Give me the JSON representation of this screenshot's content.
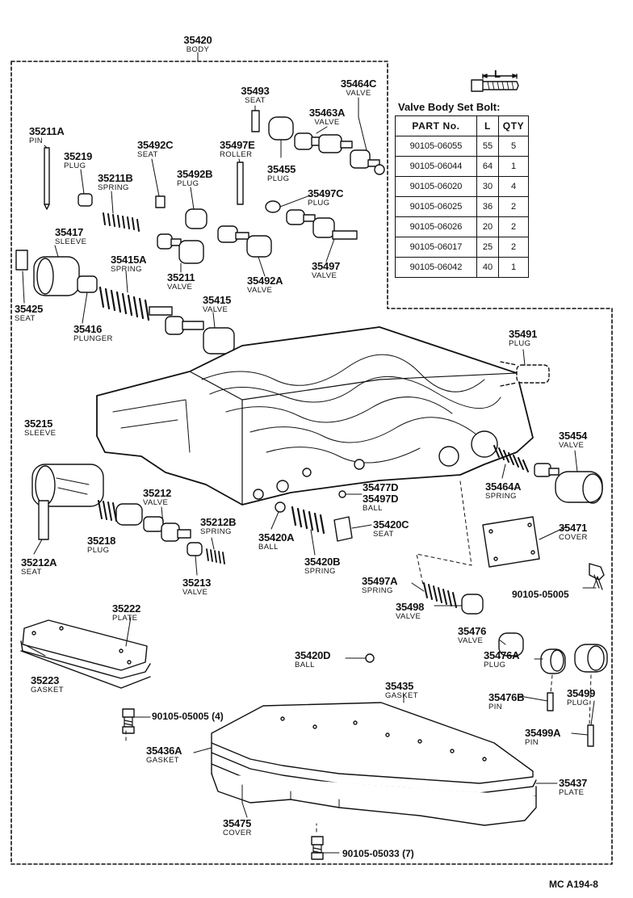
{
  "body_label": {
    "num": "35420",
    "name": "BODY"
  },
  "bolt_table": {
    "title": "Valve Body Set Bolt:",
    "l_mark": "L",
    "headers": [
      "PART No.",
      "L",
      "QTY"
    ],
    "rows": [
      [
        "90105-06055",
        "55",
        "5"
      ],
      [
        "90105-06044",
        "64",
        "1"
      ],
      [
        "90105-06020",
        "30",
        "4"
      ],
      [
        "90105-06025",
        "36",
        "2"
      ],
      [
        "90105-06026",
        "20",
        "2"
      ],
      [
        "90105-06017",
        "25",
        "2"
      ],
      [
        "90105-06042",
        "40",
        "1"
      ]
    ]
  },
  "parts": [
    {
      "num": "35493",
      "name": "SEAT"
    },
    {
      "num": "35464C",
      "name": "VALVE"
    },
    {
      "num": "35463A",
      "name": "VALVE"
    },
    {
      "num": "35211A",
      "name": "PIN"
    },
    {
      "num": "35219",
      "name": "PLUG"
    },
    {
      "num": "35492C",
      "name": "SEAT"
    },
    {
      "num": "35497E",
      "name": "ROLLER"
    },
    {
      "num": "35455",
      "name": "PLUG"
    },
    {
      "num": "35211B",
      "name": "SPRING"
    },
    {
      "num": "35492B",
      "name": "PLUG"
    },
    {
      "num": "35497C",
      "name": "PLUG"
    },
    {
      "num": "35417",
      "name": "SLEEVE"
    },
    {
      "num": "35415A",
      "name": "SPRING"
    },
    {
      "num": "35211",
      "name": "VALVE"
    },
    {
      "num": "35492A",
      "name": "VALVE"
    },
    {
      "num": "35497",
      "name": "VALVE"
    },
    {
      "num": "35425",
      "name": "SEAT"
    },
    {
      "num": "35415",
      "name": "VALVE"
    },
    {
      "num": "35416",
      "name": "PLUNGER"
    },
    {
      "num": "35491",
      "name": "PLUG"
    },
    {
      "num": "35215",
      "name": "SLEEVE"
    },
    {
      "num": "35454",
      "name": "VALVE"
    },
    {
      "num": "35464A",
      "name": "SPRING"
    },
    {
      "num": "35212",
      "name": "VALVE"
    },
    {
      "num": "35477D",
      "name": ""
    },
    {
      "num": "35497D",
      "name": "BALL"
    },
    {
      "num": "35212B",
      "name": "SPRING"
    },
    {
      "num": "35218",
      "name": "PLUG"
    },
    {
      "num": "35420C",
      "name": "SEAT"
    },
    {
      "num": "35471",
      "name": "COVER"
    },
    {
      "num": "35420A",
      "name": "BALL"
    },
    {
      "num": "35212A",
      "name": "SEAT"
    },
    {
      "num": "35213",
      "name": "VALVE"
    },
    {
      "num": "35420B",
      "name": "SPRING"
    },
    {
      "num": "35497A",
      "name": "SPRING"
    },
    {
      "num": "35498",
      "name": "VALVE"
    },
    {
      "num": "35222",
      "name": "PLATE"
    },
    {
      "num": "35476",
      "name": "VALVE"
    },
    {
      "num": "35420D",
      "name": "BALL"
    },
    {
      "num": "35476A",
      "name": "PLUG"
    },
    {
      "num": "35223",
      "name": "GASKET"
    },
    {
      "num": "35435",
      "name": "GASKET"
    },
    {
      "num": "35476B",
      "name": "PIN"
    },
    {
      "num": "35499",
      "name": "PLUG"
    },
    {
      "num": "35499A",
      "name": "PIN"
    },
    {
      "num": "35436A",
      "name": "GASKET"
    },
    {
      "num": "35437",
      "name": "PLATE"
    },
    {
      "num": "35475",
      "name": "COVER"
    }
  ],
  "bolt_callouts": [
    "90105-05005",
    "90105-05005 (4)",
    "90105-05033 (7)"
  ],
  "ref_code": "MC A194-8"
}
